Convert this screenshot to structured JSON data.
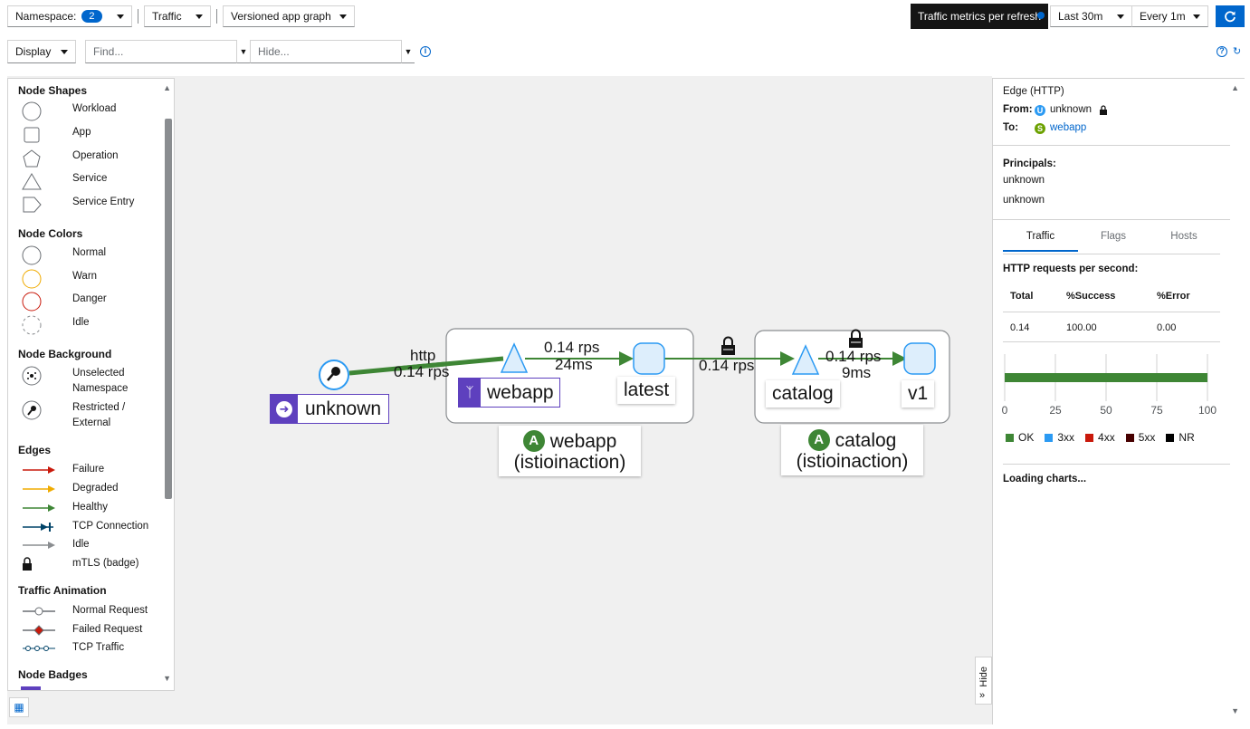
{
  "toolbar": {
    "namespace_label": "Namespace:",
    "namespace_count": "2",
    "traffic_label": "Traffic",
    "graph_type_label": "Versioned app graph",
    "tooltip": "Traffic metrics per refresh",
    "time_range": "Last 30m",
    "refresh_interval": "Every 1m",
    "refresh_icon": "sync-icon"
  },
  "toolbar2": {
    "display_label": "Display",
    "find_placeholder": "Find...",
    "hide_placeholder": "Hide...",
    "info_icon": "info-icon",
    "help_icon": "help-icon",
    "tour_icon": "tour-icon"
  },
  "legend": {
    "node_shapes_title": "Node Shapes",
    "node_shapes": [
      "Workload",
      "App",
      "Operation",
      "Service",
      "Service Entry"
    ],
    "node_colors_title": "Node Colors",
    "node_colors": [
      "Normal",
      "Warn",
      "Danger",
      "Idle"
    ],
    "node_background_title": "Node Background",
    "node_background": [
      "Unselected",
      "Namespace",
      "Restricted /",
      "External"
    ],
    "edges_title": "Edges",
    "edges": [
      "Failure",
      "Degraded",
      "Healthy",
      "TCP Connection",
      "Idle",
      "mTLS (badge)"
    ],
    "traffic_animation_title": "Traffic Animation",
    "traffic_animation": [
      "Normal Request",
      "Failed Request",
      "TCP Traffic"
    ],
    "node_badges_title": "Node Badges",
    "colors": {
      "normal": "#6a6e73",
      "warn": "#f0ab00",
      "danger": "#c9190b",
      "failure": "#c9190b",
      "degraded": "#f0ab00",
      "healthy": "#3e8635",
      "tcp": "#004368",
      "idle": "#8a8d90"
    }
  },
  "graph": {
    "unknown_label": "unknown",
    "edge1_protocol": "http",
    "edge1_rps": "0.14 rps",
    "edge2_rps": "0.14 rps",
    "edge2_latency": "24ms",
    "edge3_rps": "0.14 rps",
    "edge4_rps": "0.14 rps",
    "edge4_latency": "9ms",
    "webapp_service": "webapp",
    "webapp_version": "latest",
    "webapp_box_badge": "A",
    "webapp_box_name": "webapp",
    "webapp_box_ns": "(istioinaction)",
    "catalog_service": "catalog",
    "catalog_version": "v1",
    "catalog_box_badge": "A",
    "catalog_box_name": "catalog",
    "catalog_box_ns": "(istioinaction)",
    "healthy_color": "#3e8635",
    "service_color": "#2b9af3",
    "purple_color": "#5e40be"
  },
  "side_panel": {
    "title": "Edge (HTTP)",
    "from_label": "From:",
    "from_badge": "U",
    "from_value": "unknown",
    "to_label": "To:",
    "to_badge": "S",
    "to_value": "webapp",
    "principals_label": "Principals:",
    "principal_1": "unknown",
    "principal_2": "unknown",
    "tabs": [
      "Traffic",
      "Flags",
      "Hosts"
    ],
    "http_rps_label": "HTTP requests per second:",
    "table_headers": [
      "Total",
      "%Success",
      "%Error"
    ],
    "table_values": [
      "0.14",
      "100.00",
      "0.00"
    ],
    "bar_chart": {
      "type": "bar",
      "ok_value": 100,
      "x_ticks": [
        "0",
        "25",
        "50",
        "75",
        "100"
      ],
      "legend": [
        {
          "label": "OK",
          "color": "#3e8635"
        },
        {
          "label": "3xx",
          "color": "#2b9af3"
        },
        {
          "label": "4xx",
          "color": "#c9190b"
        },
        {
          "label": "5xx",
          "color": "#470000"
        },
        {
          "label": "NR",
          "color": "#000000"
        }
      ]
    },
    "loading_text": "Loading charts...",
    "hide_label": "Hide"
  }
}
